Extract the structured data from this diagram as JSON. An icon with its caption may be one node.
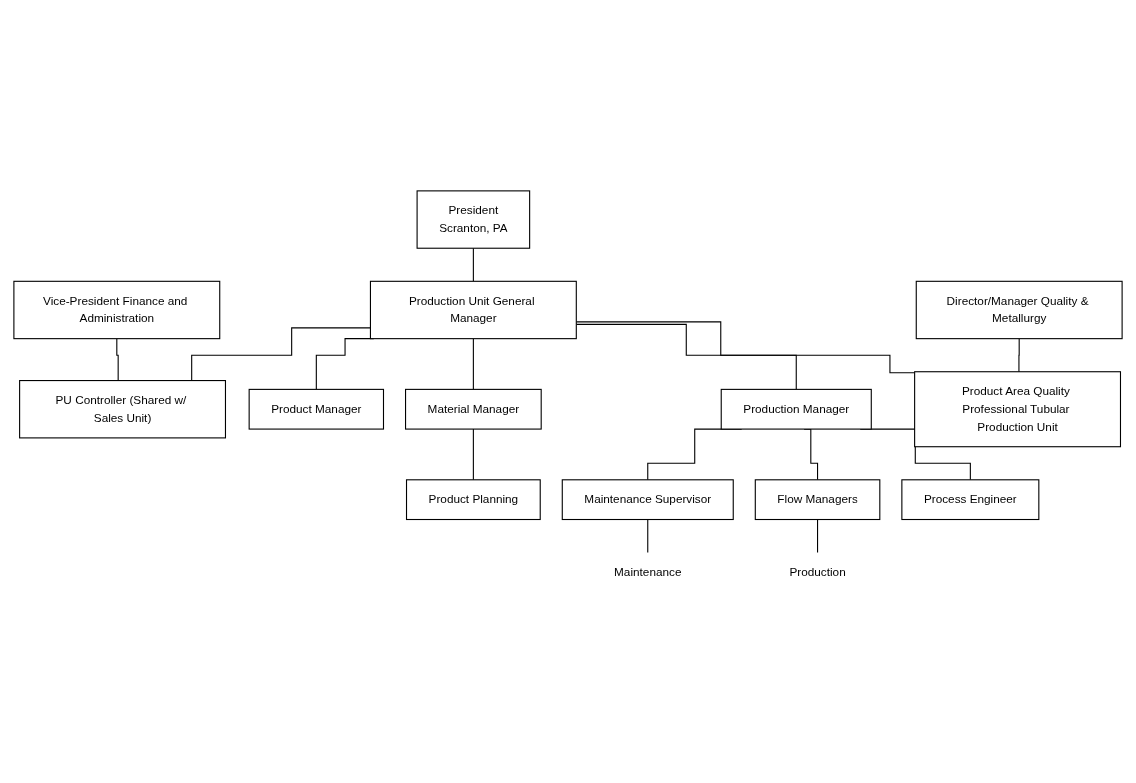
{
  "diagram": {
    "nodes": [
      {
        "text": [
          "President",
          "Scranton, PA"
        ]
      },
      {
        "text": [
          "Vice-President Finance and Administration"
        ]
      },
      {
        "text": [
          "Production Unit General Manager"
        ]
      },
      {
        "text": [
          "PU Controller (Shared w/ Sales Unit)"
        ]
      },
      {
        "text": [
          "Product Manager"
        ]
      },
      {
        "text": [
          "Material Manager"
        ]
      },
      {
        "text": [
          "Production Manager"
        ]
      },
      {
        "text": [
          "Product Planning"
        ]
      },
      {
        "text": [
          "Maintenance Supervisor"
        ]
      },
      {
        "text": [
          "Flow Managers"
        ]
      },
      {
        "text": [
          "Maintenance"
        ]
      },
      {
        "text": [
          "Production"
        ]
      },
      {
        "text": [
          "Director/Manager Quality & Metallurgy"
        ]
      },
      {
        "text": [
          "Process Engineer"
        ]
      },
      {
        "text": [
          "Product Area Quality Professional Tubular Production Unit"
        ]
      }
    ],
    "edges": [
      {
        "from": 0,
        "to": 2,
        "arrow": "none"
      },
      {
        "from": 1,
        "to": 3,
        "arrow": "none"
      },
      {
        "from": 2,
        "to": 3,
        "arrow": "none"
      },
      {
        "from": 2,
        "to": 4,
        "arrow": "none"
      },
      {
        "from": 2,
        "to": 5,
        "arrow": "none"
      },
      {
        "from": 2,
        "to": 6,
        "arrow": "none"
      },
      {
        "from": 2,
        "to": 14,
        "arrow": "none"
      },
      {
        "from": 5,
        "to": 7,
        "arrow": "none"
      },
      {
        "from": 6,
        "to": 8,
        "arrow": "none"
      },
      {
        "from": 6,
        "to": 9,
        "arrow": "none"
      },
      {
        "from": 6,
        "to": 13,
        "arrow": "none"
      },
      {
        "from": 8,
        "to": 10,
        "arrow": "none"
      },
      {
        "from": 9,
        "to": 11,
        "arrow": "none"
      },
      {
        "from": 12,
        "to": 14,
        "arrow": "none"
      }
    ]
  }
}
